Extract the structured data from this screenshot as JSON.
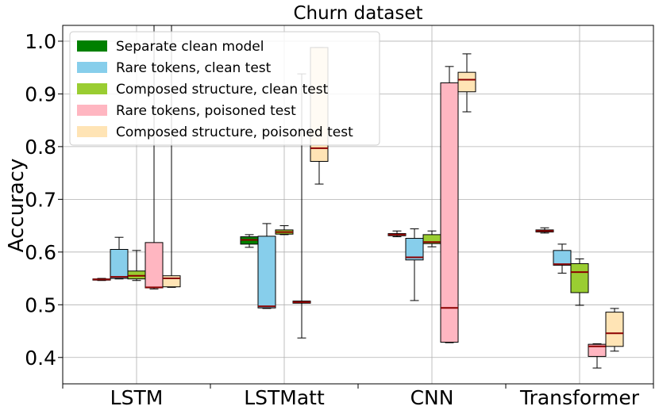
{
  "chart_data": {
    "type": "box",
    "title": "Churn dataset",
    "xlabel": "",
    "ylabel": "Accuracy",
    "ylim": [
      0.35,
      1.03
    ],
    "yticks": [
      0.4,
      0.5,
      0.6,
      0.7,
      0.8,
      0.9,
      1.0
    ],
    "grid": true,
    "legend_position": "top-left",
    "categories": [
      "LSTM",
      "LSTMatt",
      "CNN",
      "Transformer"
    ],
    "series": [
      {
        "name": "Separate clean model",
        "color": "#008000",
        "boxes": [
          {
            "whislo": 0.546,
            "q1": 0.547,
            "med": 0.548,
            "q3": 0.549,
            "whishi": 0.55
          },
          {
            "whislo": 0.609,
            "q1": 0.615,
            "med": 0.623,
            "q3": 0.629,
            "whishi": 0.633
          },
          {
            "whislo": 0.629,
            "q1": 0.631,
            "med": 0.633,
            "q3": 0.635,
            "whishi": 0.64
          },
          {
            "whislo": 0.636,
            "q1": 0.638,
            "med": 0.64,
            "q3": 0.642,
            "whishi": 0.646
          }
        ]
      },
      {
        "name": "Rare tokens, clean test",
        "color": "#87ceeb",
        "boxes": [
          {
            "whislo": 0.549,
            "q1": 0.55,
            "med": 0.553,
            "q3": 0.605,
            "whishi": 0.628
          },
          {
            "whislo": 0.493,
            "q1": 0.494,
            "med": 0.497,
            "q3": 0.63,
            "whishi": 0.654
          },
          {
            "whislo": 0.508,
            "q1": 0.585,
            "med": 0.59,
            "q3": 0.626,
            "whishi": 0.644
          },
          {
            "whislo": 0.56,
            "q1": 0.575,
            "med": 0.577,
            "q3": 0.603,
            "whishi": 0.615
          }
        ]
      },
      {
        "name": "Composed structure, clean test",
        "color": "#9acd32",
        "boxes": [
          {
            "whislo": 0.546,
            "q1": 0.549,
            "med": 0.555,
            "q3": 0.564,
            "whishi": 0.603
          },
          {
            "whislo": 0.633,
            "q1": 0.634,
            "med": 0.638,
            "q3": 0.642,
            "whishi": 0.65
          },
          {
            "whislo": 0.61,
            "q1": 0.616,
            "med": 0.619,
            "q3": 0.633,
            "whishi": 0.64
          },
          {
            "whislo": 0.499,
            "q1": 0.523,
            "med": 0.562,
            "q3": 0.578,
            "whishi": 0.587
          }
        ]
      },
      {
        "name": "Rare tokens, poisoned test",
        "color": "#ffb6c1",
        "boxes": [
          {
            "whislo": 0.53,
            "q1": 0.532,
            "med": 0.533,
            "q3": 0.618,
            "whishi": 1.03
          },
          {
            "whislo": 0.437,
            "q1": 0.503,
            "med": 0.505,
            "q3": 0.507,
            "whishi": 0.938
          },
          {
            "whislo": 0.428,
            "q1": 0.429,
            "med": 0.494,
            "q3": 0.921,
            "whishi": 0.952
          },
          {
            "whislo": 0.38,
            "q1": 0.402,
            "med": 0.421,
            "q3": 0.425,
            "whishi": 0.426
          }
        ]
      },
      {
        "name": "Composed structure, poisoned test",
        "color": "#ffe4b5",
        "boxes": [
          {
            "whislo": 0.533,
            "q1": 0.534,
            "med": 0.55,
            "q3": 0.555,
            "whishi": 1.03
          },
          {
            "whislo": 0.729,
            "q1": 0.772,
            "med": 0.797,
            "q3": 0.988,
            "whishi": 0.988
          },
          {
            "whislo": 0.866,
            "q1": 0.904,
            "med": 0.927,
            "q3": 0.941,
            "whishi": 0.976
          },
          {
            "whislo": 0.412,
            "q1": 0.421,
            "med": 0.446,
            "q3": 0.486,
            "whishi": 0.493
          }
        ]
      }
    ]
  }
}
